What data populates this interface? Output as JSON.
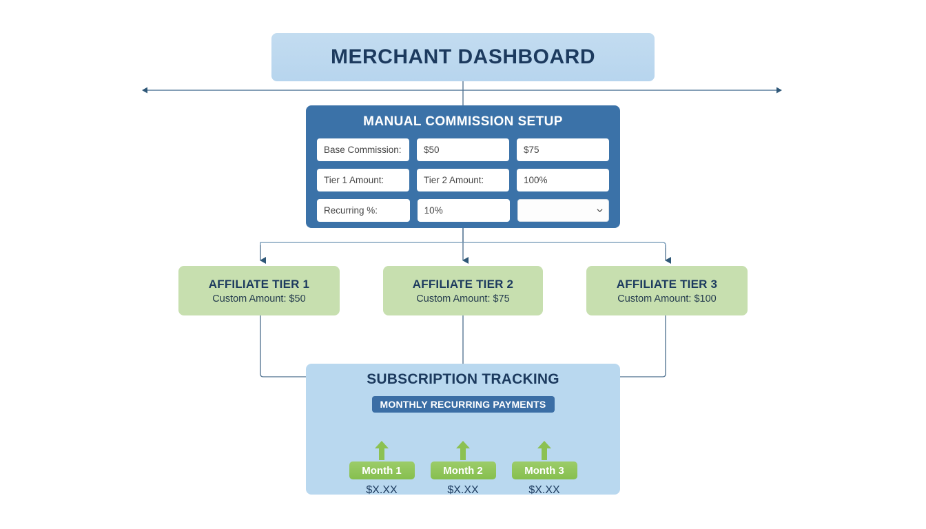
{
  "header": {
    "title": "MERCHANT DASHBOARD"
  },
  "setup": {
    "title": "MANUAL COMMISSION SETUP",
    "rows": [
      [
        {
          "name": "base-commission-label-field",
          "value": "Base Commission:",
          "type": "text"
        },
        {
          "name": "base-commission-value-field",
          "value": "$50",
          "type": "text"
        },
        {
          "name": "base-commission-alt-value-field",
          "value": "$75",
          "type": "text"
        }
      ],
      [
        {
          "name": "tier-1-amount-field",
          "value": "Tier 1 Amount:",
          "type": "text"
        },
        {
          "name": "tier-2-amount-field",
          "value": "Tier 2 Amount:",
          "type": "text"
        },
        {
          "name": "percent-total-field",
          "value": "100%",
          "type": "text"
        }
      ],
      [
        {
          "name": "recurring-percent-label-field",
          "value": "Recurring %:",
          "type": "text"
        },
        {
          "name": "recurring-percent-value-field",
          "value": "10%",
          "type": "text"
        },
        {
          "name": "commission-type-select",
          "value": "",
          "type": "select"
        }
      ]
    ]
  },
  "tiers": [
    {
      "title": "AFFILIATE TIER 1",
      "subtitle": "Custom Amount: $50"
    },
    {
      "title": "AFFILIATE TIER 2",
      "subtitle": "Custom Amount: $75"
    },
    {
      "title": "AFFILIATE TIER 3",
      "subtitle": "Custom Amount: $100"
    }
  ],
  "subscription": {
    "title": "SUBSCRIPTION TRACKING",
    "badge": "MONTHLY RECURRING PAYMENTS",
    "months": [
      {
        "label": "Month 1",
        "amount": "$X.XX"
      },
      {
        "label": "Month 2",
        "amount": "$X.XX"
      },
      {
        "label": "Month 3",
        "amount": "$X.XX"
      }
    ]
  },
  "colors": {
    "header_bg": "#bdd8ef",
    "panel_blue": "#3b72a8",
    "tier_green": "#c7dfaf",
    "subs_blue": "#b9d8ef",
    "badge_blue": "#3b6ea5",
    "month_green": "#8cc152",
    "text_navy": "#1c3a5e",
    "connector": "#4a6d8c"
  }
}
